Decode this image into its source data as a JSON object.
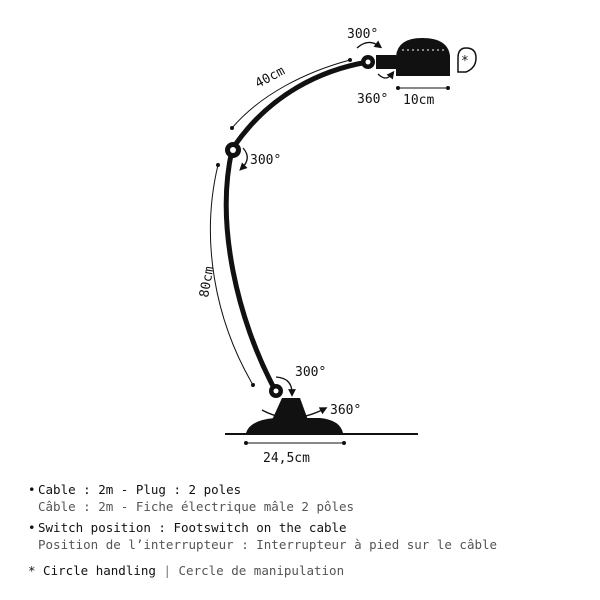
{
  "diagram": {
    "angles": {
      "head_tilt": "300°",
      "head_rotate": "360°",
      "elbow": "300°",
      "base_joint": "300°",
      "base_rotate": "360°"
    },
    "dimensions": {
      "upper_arm": "40cm",
      "lower_arm": "80cm",
      "shade": "10cm",
      "base": "24,5cm"
    },
    "circle_handling_symbol": "*",
    "colors": {
      "ink": "#111111",
      "muted": "#555555"
    }
  },
  "notes": {
    "cable_en": "Cable : 2m - Plug : 2 poles",
    "cable_fr": "Câble : 2m - Fiche électrique mâle 2 pôles",
    "switch_en": "Switch position : Footswitch on the cable",
    "switch_fr": "Position de l’interrupteur : Interrupteur à pied sur le câble",
    "circle_en": "* Circle handling",
    "separator": "|",
    "circle_fr": "Cercle de manipulation",
    "bullet": "•"
  }
}
